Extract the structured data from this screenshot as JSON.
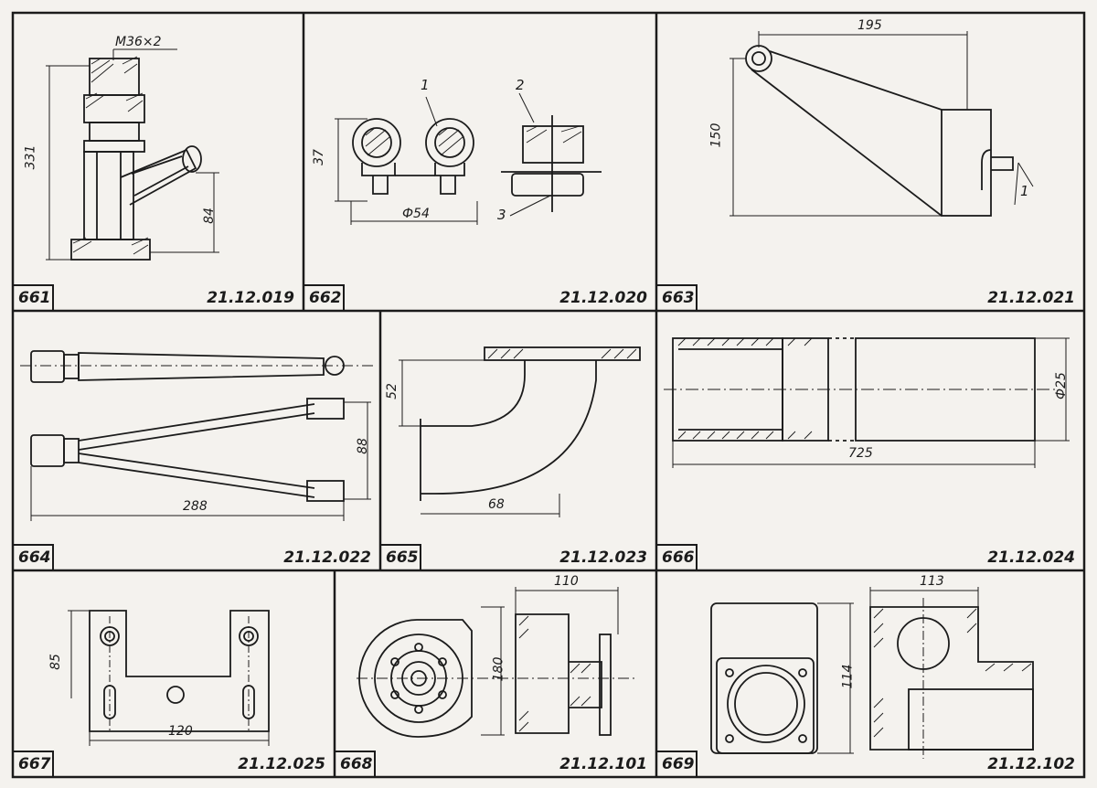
{
  "panels": [
    {
      "number": "661",
      "code": "21.12.019",
      "dims": [
        "M36×2",
        "331",
        "84"
      ],
      "labels": []
    },
    {
      "number": "662",
      "code": "21.12.020",
      "dims": [
        "37",
        "Ф54"
      ],
      "labels": [
        "1",
        "2",
        "3"
      ]
    },
    {
      "number": "663",
      "code": "21.12.021",
      "dims": [
        "195",
        "150"
      ],
      "labels": [
        "1"
      ]
    },
    {
      "number": "664",
      "code": "21.12.022",
      "dims": [
        "288",
        "88"
      ],
      "labels": []
    },
    {
      "number": "665",
      "code": "21.12.023",
      "dims": [
        "52",
        "68"
      ],
      "labels": []
    },
    {
      "number": "666",
      "code": "21.12.024",
      "dims": [
        "Ф25",
        "725"
      ],
      "labels": []
    },
    {
      "number": "667",
      "code": "21.12.025",
      "dims": [
        "85",
        "120"
      ],
      "labels": []
    },
    {
      "number": "668",
      "code": "21.12.101",
      "dims": [
        "110",
        "180"
      ],
      "labels": []
    },
    {
      "number": "669",
      "code": "21.12.102",
      "dims": [
        "113",
        "114"
      ],
      "labels": []
    }
  ]
}
